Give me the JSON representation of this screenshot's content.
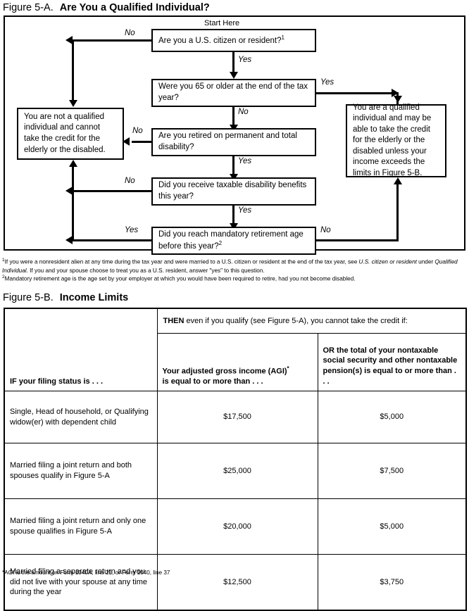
{
  "figure_a": {
    "label": "Figure 5-A.",
    "title": "Are You a Qualified Individual?",
    "start_label": "Start Here",
    "nodes": {
      "q1": "Are you a U.S. citizen or resident?",
      "q1_fn": "1",
      "q2": "Were you 65 or older at the end of the tax year?",
      "q3": "Are you retired on permanent and total disability?",
      "q4": "Did you receive taxable disability benefits this year?",
      "q5": "Did you reach mandatory retirement age before this year?",
      "q5_fn": "2",
      "not_qualified": "You are not a qualified individual and cannot take the credit for the elderly or the disabled.",
      "qualified": "You are a qualified individual and may be able to take the credit for the elderly or the disabled unless your income exceeds the limits in Figure 5-B."
    },
    "edges": {
      "q1_no": "No",
      "q1_yes": "Yes",
      "q2_yes": "Yes",
      "q2_no": "No",
      "q3_no": "No",
      "q3_yes": "Yes",
      "q4_no": "No",
      "q4_yes": "Yes",
      "q5_yes": "Yes",
      "q5_no": "No"
    },
    "footnotes": {
      "one_mark": "1",
      "one_a": "If you were a nonresident alien at any time during the tax year and were married to a U.S. citizen or resident at the end of the tax year, see ",
      "one_italic1": "U.S. citizen or resident",
      "one_b": " under ",
      "one_italic2": "Qualified Individual.",
      "one_c": " If you and your spouse choose to treat you as a U.S. resident, answer \"yes\" to this question.",
      "two_mark": "2",
      "two_text": "Mandatory retirement age is the age set by your employer at which you would have been required to retire, had you not become disabled."
    }
  },
  "figure_b": {
    "label": "Figure 5-B.",
    "title": "Income Limits",
    "header_span_bold": "THEN",
    "header_span_rest": " even if you qualify (see Figure 5-A), you cannot take the credit if:",
    "col1_header": "IF your filing status is . . .",
    "col2_header_line1": "Your adjusted gross income (AGI)",
    "col2_header_star": "*",
    "col2_header_line2": "is equal to or more than . . .",
    "col3_header_bold": "OR",
    "col3_header_rest": " the total of your nontaxable social security and other nontaxable pension(s) is equal to or more than . . .",
    "rows": [
      {
        "status": "Single, Head of household, or Qualifying widow(er) with dependent child",
        "agi": "$17,500",
        "nontaxable": "$5,000"
      },
      {
        "status": "Married filing a joint return and both spouses qualify in Figure 5-A",
        "agi": "$25,000",
        "nontaxable": "$7,500"
      },
      {
        "status": "Married filing a joint return and only one spouse qualifies in Figure 5-A",
        "agi": "$20,000",
        "nontaxable": "$5,000"
      },
      {
        "status": "Married filing a separate return and you did not live with your spouse at any time during the year",
        "agi": "$12,500",
        "nontaxable": "$3,750"
      }
    ],
    "footnote": "*AGI is the amount on Form 1040A, line 21, or Form 1040, line 37"
  }
}
